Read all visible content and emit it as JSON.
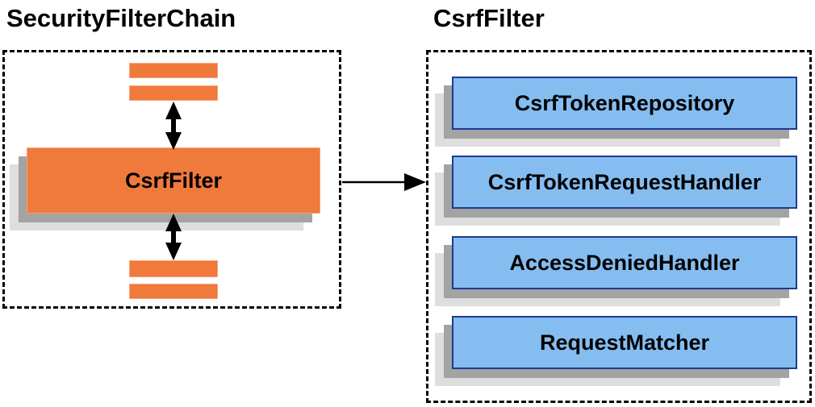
{
  "left_panel": {
    "title": "SecurityFilterChain",
    "filter_box_label": "CsrfFilter"
  },
  "right_panel": {
    "title": "CsrfFilter",
    "components": [
      "CsrfTokenRepository",
      "CsrfTokenRequestHandler",
      "AccessDeniedHandler",
      "RequestMatcher"
    ]
  },
  "icons": {
    "top_connector": "double-headed-vertical-arrow",
    "bottom_connector": "double-headed-vertical-arrow",
    "link_connector": "right-arrow"
  },
  "colors": {
    "orange_fill": "#f0793c",
    "orange_border": "#f7a276",
    "blue_fill": "#85bdf0",
    "blue_border": "#1d3a94",
    "shadow_dark": "#a3a3a3",
    "shadow_light": "#dedede",
    "arrow": "#000000",
    "text": "#000000",
    "background": "#ffffff"
  }
}
